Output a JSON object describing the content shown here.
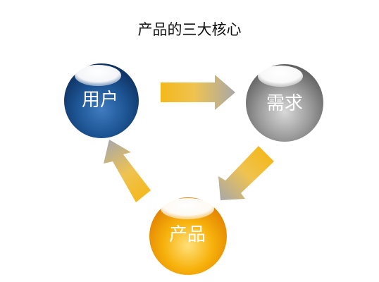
{
  "title": "产品的三大核心",
  "nodes": [
    {
      "id": "user",
      "label": "用户",
      "color": "#1b4d86"
    },
    {
      "id": "demand",
      "label": "需求",
      "color": "#8f8f8f"
    },
    {
      "id": "product",
      "label": "产品",
      "color": "#f3a000"
    }
  ],
  "flow": [
    "用户",
    "需求",
    "产品",
    "用户"
  ],
  "colors": {
    "arrow_from": "#f4b81c",
    "arrow_to": "#a8a8a8"
  }
}
